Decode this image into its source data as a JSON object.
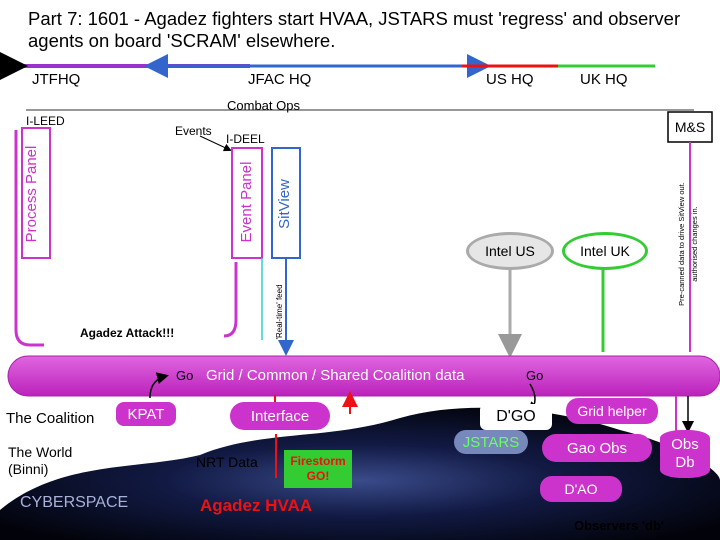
{
  "title": "Part 7: 1601 - Agadez fighters start HVAA, JSTARS must 'regress' and observer agents on board 'SCRAM' elsewhere.",
  "hq": {
    "jtfhq": "JTFHQ",
    "jfachq": "JFAC HQ",
    "ushq": "US HQ",
    "ukhq": "UK HQ"
  },
  "combat_ops": "Combat Ops",
  "ileed": "I-LEED",
  "ideel": "I-DEEL",
  "events": "Events",
  "process_panel": "Process Panel",
  "event_panel": "Event Panel",
  "sitview": "SitView",
  "realtime_feed": "'Real-time' feed",
  "ms": "M&S",
  "ms_note_line1": "Pre-canned data to drive SitView out.",
  "ms_note_line2": "authorised changes in.",
  "intel_us": "Intel US",
  "intel_uk": "Intel UK",
  "agadez_attack": "Agadez Attack!!!",
  "grid_bar": "Grid / Common / Shared Coalition data",
  "go_left": "Go",
  "go_right": "Go",
  "coalition": "The Coalition",
  "kpat": "KPAT",
  "interface": "Interface",
  "world_line1": "The World",
  "world_line2": "(Binni)",
  "cyberspace": "CYBERSPACE",
  "nrt_data": "NRT Data",
  "firestorm_line1": "Firestorm",
  "firestorm_line2": "GO!",
  "agadez_hvaa": "Agadez HVAA",
  "dgo": "D'GO",
  "jstars": "JSTARS",
  "grid_helper": "Grid helper",
  "gao_obs": "Gao Obs",
  "dao": "D'AO",
  "obs_db_line1": "Obs",
  "obs_db_line2": "Db",
  "observers_db": "Observers 'db'",
  "colors": {
    "magenta": "#cc33cc",
    "orange": "#ff9900",
    "blue": "#3366cc",
    "green": "#33cc33",
    "red": "#ee1111",
    "grey": "#aaaaaa"
  }
}
